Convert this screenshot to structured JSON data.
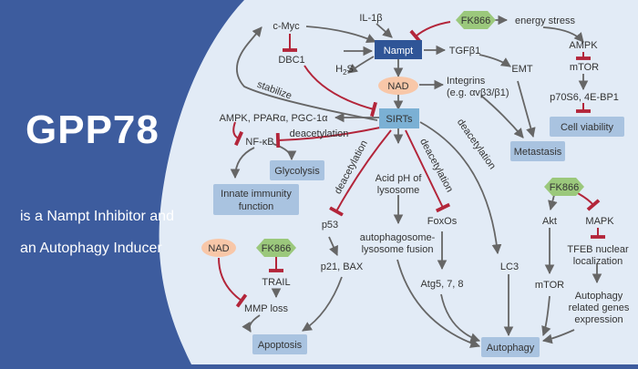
{
  "colors": {
    "banner": "#3d5c9e",
    "panel": "#e2ebf6",
    "arrow": "#666666",
    "inhibit": "#b3253a",
    "box_blue": "#a9c3e0",
    "nampt_box": "#2f5597",
    "sirts_box": "#7bb0d4",
    "nad_oval": "#f8c7a8",
    "fk866_hex": "#9bc87c"
  },
  "left_panel": {
    "title": "GPP78",
    "subtitle_line1": "is a Nampt Inhibitor and",
    "subtitle_line2": "an Autophagy Inducer"
  },
  "diagram": {
    "nodes": {
      "il1b": "IL-1β",
      "fk866_top": "FK866",
      "energy_stress": "energy stress",
      "cmyc": "c-Myc",
      "nampt": "Nampt",
      "tgfb1": "TGFβ1",
      "ampk_top": "AMPK",
      "dbc1": "DBC1",
      "h2s_main": "H",
      "h2s_sub": "2",
      "h2s_end": "S",
      "emt": "EMT",
      "mtor_top": "mTOR",
      "nad_center": "NAD",
      "integrins_1": "Integrins",
      "integrins_2": "(e.g. αvβ3/β1)",
      "p70": "p70S6, 4E-BP1",
      "stabilize": "stabilize",
      "sirts": "SIRTs",
      "ampk_ppar": "AMPK, PPARα, PGC-1α",
      "cell_viability": "Cell viability",
      "nfkb": "NF-κB",
      "deacetylation_h": "deacetylation",
      "metastasis": "Metastasis",
      "glycolysis": "Glycolysis",
      "innate_1": "Innate immunity",
      "innate_2": "function",
      "deacetylation_p53": "deacetylation",
      "deacetylation_foxo": "deacetylation",
      "deacetylation_lc3": "deacetylation",
      "acid_1": "Acid pH of",
      "acid_2": "lysosome",
      "fk866_right": "FK866",
      "akt": "Akt",
      "mapk": "MAPK",
      "p53": "p53",
      "foxos": "FoxOs",
      "lc3": "LC3",
      "apf_1": "autophagosome-",
      "apf_2": "lysosome fusion",
      "tfeb_1": "TFEB nuclear",
      "tfeb_2": "localization",
      "p21": "p21, BAX",
      "atg": "Atg5, 7, 8",
      "mtor_right": "mTOR",
      "nad_left": "NAD",
      "fk866_left": "FK866",
      "trail": "TRAIL",
      "mmp": "MMP loss",
      "arg_1": "Autophagy",
      "arg_2": "related genes",
      "arg_3": "expression",
      "apoptosis": "Apoptosis",
      "autophagy": "Autophagy"
    }
  }
}
